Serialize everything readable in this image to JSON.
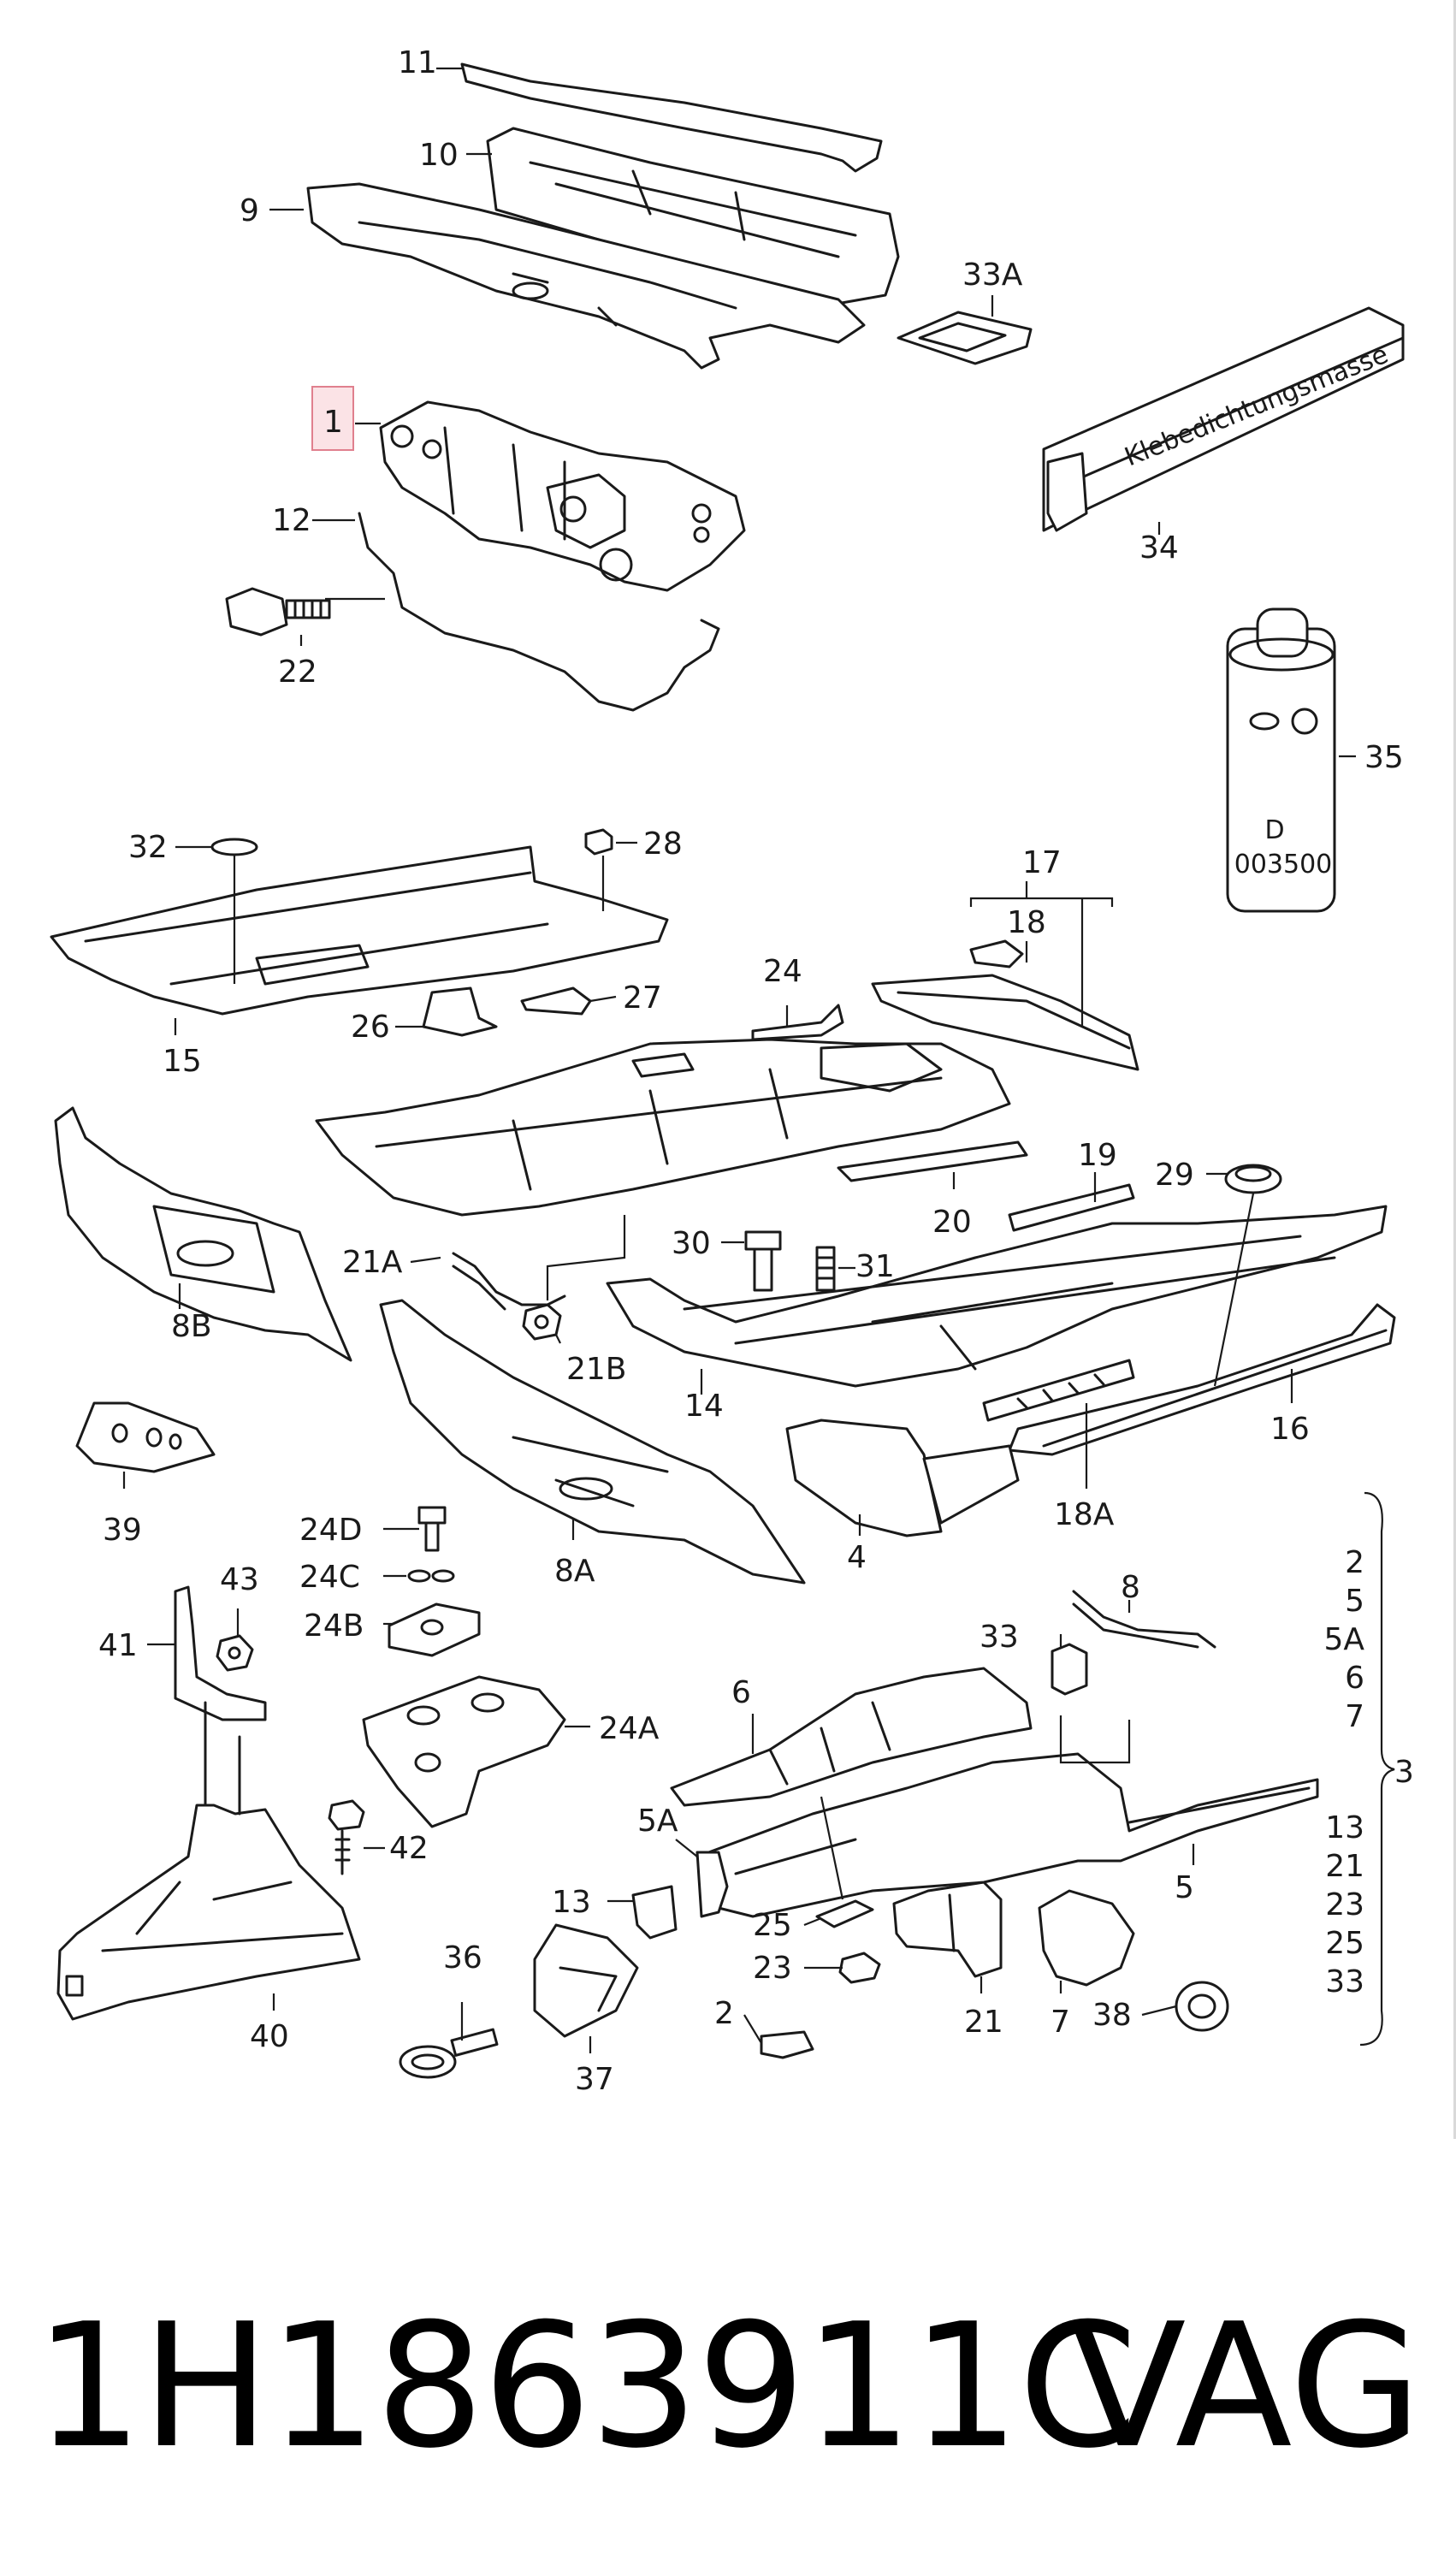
{
  "callouts": {
    "c1": "1",
    "c2": "2",
    "c3": "3",
    "c4": "4",
    "c5": "5",
    "c5A": "5A",
    "c6": "6",
    "c7": "7",
    "c8": "8",
    "c8A": "8A",
    "c8B": "8B",
    "c9": "9",
    "c10": "10",
    "c11": "11",
    "c12": "12",
    "c13": "13",
    "c14": "14",
    "c15": "15",
    "c16": "16",
    "c17": "17",
    "c18": "18",
    "c18A": "18A",
    "c19": "19",
    "c20": "20",
    "c21": "21",
    "c21A": "21A",
    "c21B": "21B",
    "c22": "22",
    "c23": "23",
    "c24": "24",
    "c24A": "24A",
    "c24B": "24B",
    "c24C": "24C",
    "c24D": "24D",
    "c25": "25",
    "c26": "26",
    "c27": "27",
    "c28": "28",
    "c29": "29",
    "c30": "30",
    "c31": "31",
    "c32": "32",
    "c33": "33",
    "c33A": "33A",
    "c34": "34",
    "c35": "35",
    "c36": "36",
    "c37": "37",
    "c38": "38",
    "c39": "39",
    "c40": "40",
    "c41": "41",
    "c42": "42",
    "c43": "43"
  },
  "group3_list": [
    "2",
    "5",
    "5A",
    "6",
    "7",
    "13",
    "21",
    "23",
    "25",
    "33"
  ],
  "sealer_strip_text": "Klebedichtungsmasse",
  "can_label": {
    "line1": "D",
    "line2": "003500"
  },
  "highlight_color": "#fbe3e6",
  "footer": {
    "part_number": "1H1863911C",
    "brand": "VAG"
  }
}
